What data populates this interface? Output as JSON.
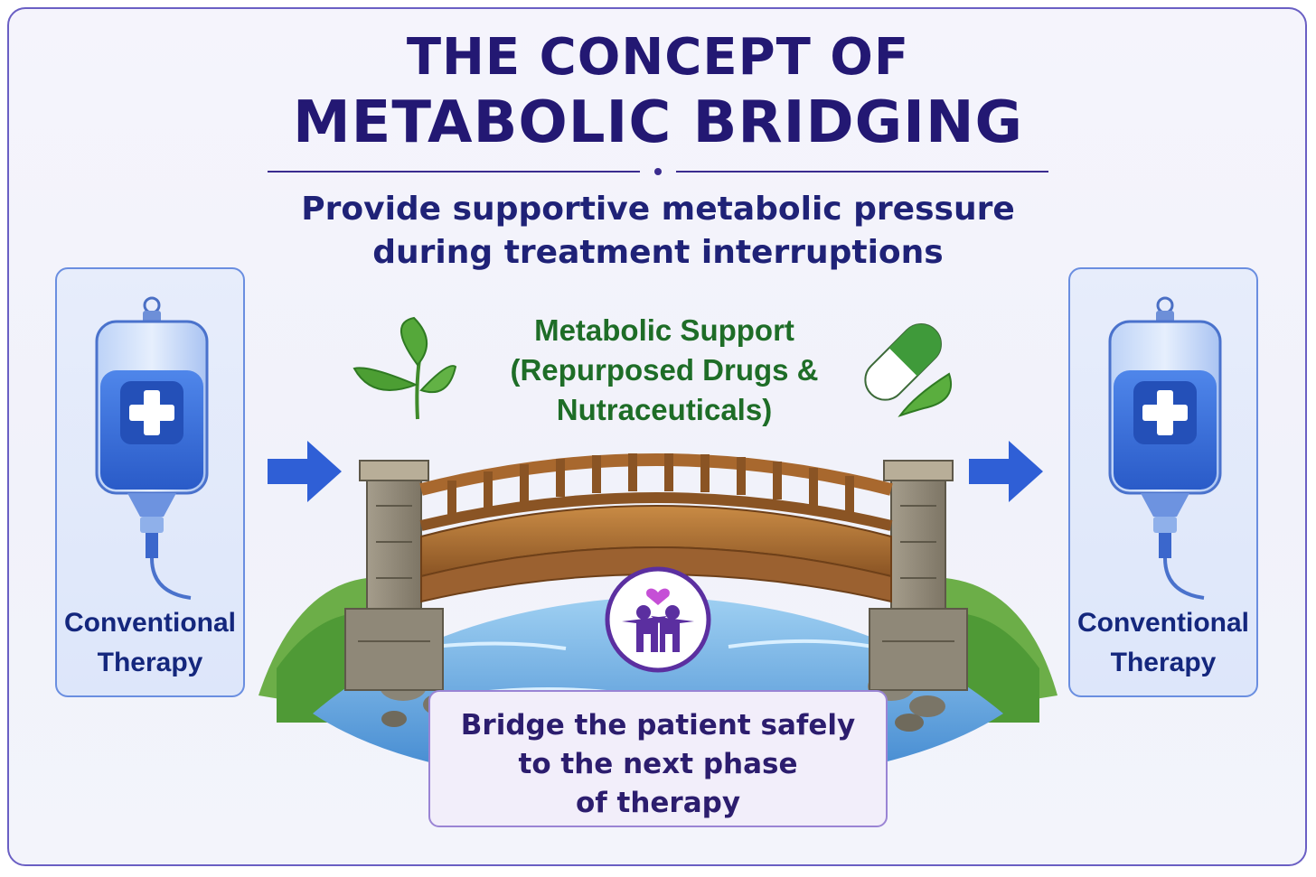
{
  "title": {
    "line1": "THE CONCEPT OF",
    "line2": "METABOLIC BRIDGING"
  },
  "subtitle": {
    "line1": "Provide supportive metabolic pressure",
    "line2": "during treatment interruptions"
  },
  "left_card": {
    "label_line1": "Conventional",
    "label_line2": "Therapy",
    "icon": "iv-bag-icon"
  },
  "right_card": {
    "label_line1": "Conventional",
    "label_line2": "Therapy",
    "icon": "iv-bag-icon"
  },
  "support": {
    "line1": "Metabolic Support",
    "line2": "(Repurposed Drugs &",
    "line3": "Nutraceuticals)"
  },
  "bridge_box": {
    "line1": "Bridge the patient safely",
    "line2": "to the next phase",
    "line3": "of therapy"
  },
  "icons": [
    "leaf-icon",
    "capsule-icon",
    "family-heart-icon",
    "arrow-right-icon",
    "bridge-illustration"
  ],
  "colors": {
    "title": "#231873",
    "support_text": "#1e6d27",
    "arrow": "#2f5fd6",
    "card_border": "#6a8ee0",
    "frame_border": "#6a5fc4"
  }
}
